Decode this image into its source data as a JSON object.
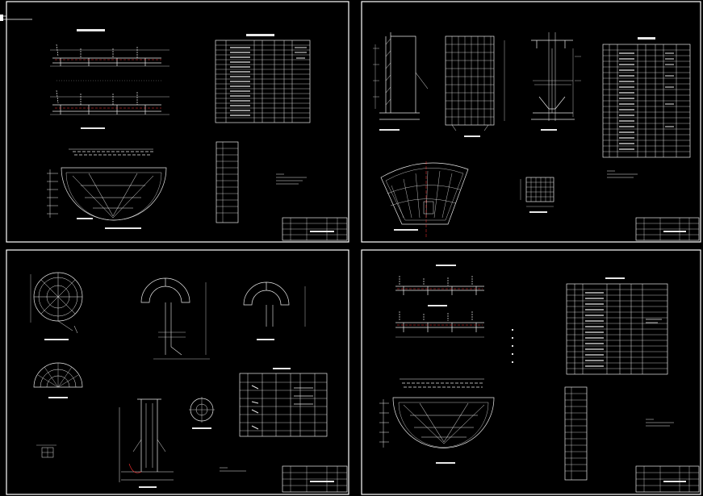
{
  "sheets": [
    {
      "id": "sheet-1",
      "title_block_text": ""
    },
    {
      "id": "sheet-2",
      "title_block_text": ""
    },
    {
      "id": "sheet-3",
      "title_block_text": ""
    },
    {
      "id": "sheet-4",
      "title_block_text": ""
    }
  ],
  "colors": {
    "background": "#000000",
    "frame": "#ffffff",
    "linework": "#e8e8e8",
    "accent_red": "#ff3030",
    "accent_green": "#30ff30"
  }
}
